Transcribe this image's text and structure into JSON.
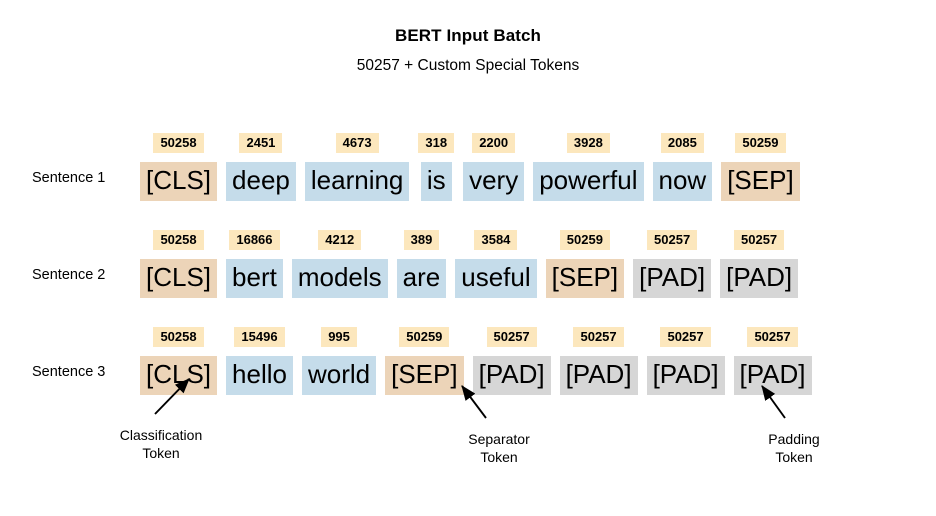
{
  "header": {
    "title": "BERT Input Batch",
    "subtitle": "50257 + Custom Special Tokens"
  },
  "batch": {
    "rows": [
      {
        "label": "Sentence 1",
        "tokens": [
          {
            "id": "50258",
            "text": "[CLS]",
            "kind": "special"
          },
          {
            "id": "2451",
            "text": "deep",
            "kind": "word"
          },
          {
            "id": "4673",
            "text": "learning",
            "kind": "word"
          },
          {
            "id": "318",
            "text": "is",
            "kind": "word"
          },
          {
            "id": "2200",
            "text": "very",
            "kind": "word"
          },
          {
            "id": "3928",
            "text": "powerful",
            "kind": "word"
          },
          {
            "id": "2085",
            "text": "now",
            "kind": "word"
          },
          {
            "id": "50259",
            "text": "[SEP]",
            "kind": "special"
          }
        ]
      },
      {
        "label": "Sentence 2",
        "tokens": [
          {
            "id": "50258",
            "text": "[CLS]",
            "kind": "special"
          },
          {
            "id": "16866",
            "text": "bert",
            "kind": "word"
          },
          {
            "id": "4212",
            "text": "models",
            "kind": "word"
          },
          {
            "id": "389",
            "text": "are",
            "kind": "word"
          },
          {
            "id": "3584",
            "text": "useful",
            "kind": "word"
          },
          {
            "id": "50259",
            "text": "[SEP]",
            "kind": "special"
          },
          {
            "id": "50257",
            "text": "[PAD]",
            "kind": "pad"
          },
          {
            "id": "50257",
            "text": "[PAD]",
            "kind": "pad"
          }
        ]
      },
      {
        "label": "Sentence 3",
        "tokens": [
          {
            "id": "50258",
            "text": "[CLS]",
            "kind": "special"
          },
          {
            "id": "15496",
            "text": "hello",
            "kind": "word"
          },
          {
            "id": "995",
            "text": "world",
            "kind": "word"
          },
          {
            "id": "50259",
            "text": "[SEP]",
            "kind": "special"
          },
          {
            "id": "50257",
            "text": "[PAD]",
            "kind": "pad"
          },
          {
            "id": "50257",
            "text": "[PAD]",
            "kind": "pad"
          },
          {
            "id": "50257",
            "text": "[PAD]",
            "kind": "pad"
          },
          {
            "id": "50257",
            "text": "[PAD]",
            "kind": "pad"
          }
        ]
      }
    ]
  },
  "annotations": {
    "classification": "Classification\nToken",
    "separator": "Separator\nToken",
    "padding": "Padding\nToken"
  },
  "colors": {
    "special_token_bg": "#ecd4b8",
    "word_token_bg": "#c5dcea",
    "pad_token_bg": "#d6d6d6",
    "token_id_bg": "#fce7bd",
    "text": "#000000",
    "page_bg": "#ffffff"
  }
}
